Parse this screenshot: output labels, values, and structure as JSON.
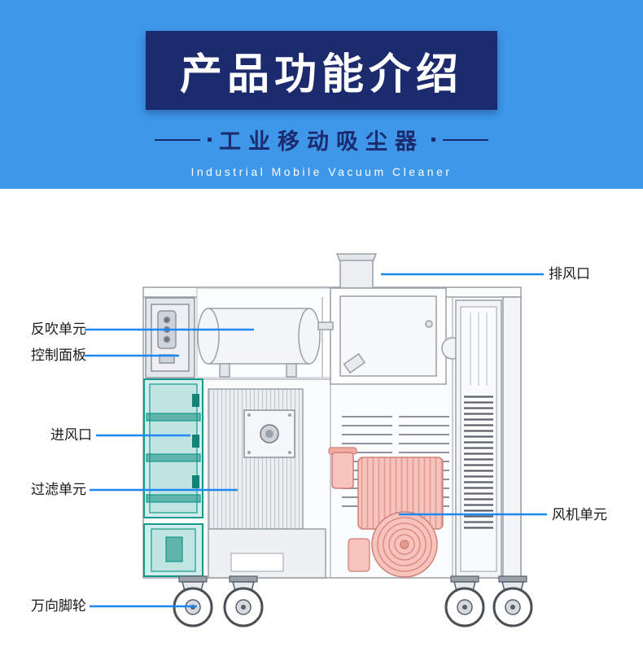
{
  "header": {
    "title": "产品功能介绍",
    "subtitle": "工业移动吸尘器",
    "subtitle_en": "Industrial Mobile Vacuum Cleaner",
    "colors": {
      "banner_bg": "#3E97E9",
      "title_box_bg": "#1C2A6E",
      "title_text": "#FFFFFF",
      "subtitle_text": "#1C2A6E"
    }
  },
  "diagram": {
    "subject": "industrial-mobile-vacuum-cleaner-cutaway",
    "callouts": [
      {
        "id": "exhaust-outlet",
        "label": "排风口",
        "side": "right"
      },
      {
        "id": "backblow-unit",
        "label": "反吹单元",
        "side": "left"
      },
      {
        "id": "control-panel",
        "label": "控制面板",
        "side": "left"
      },
      {
        "id": "air-inlet",
        "label": "进风口",
        "side": "left"
      },
      {
        "id": "filter-unit",
        "label": "过滤单元",
        "side": "left"
      },
      {
        "id": "fan-unit",
        "label": "风机单元",
        "side": "right"
      },
      {
        "id": "caster-wheels",
        "label": "万向脚轮",
        "side": "left"
      }
    ],
    "colors": {
      "callout_line_blue": "#1D88F2",
      "filter_teal": "#159A8C",
      "blower_pink": "#F7C3BC",
      "machine_outline_gray": "#98A0A8"
    }
  }
}
